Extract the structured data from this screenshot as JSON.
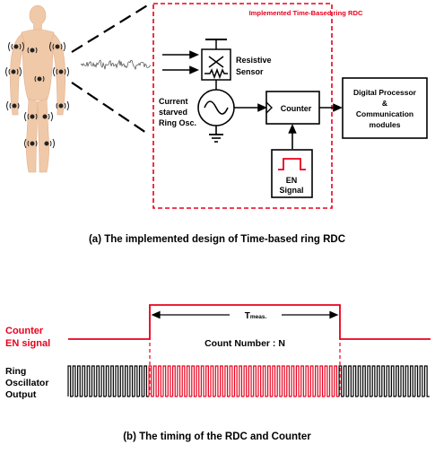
{
  "part_a": {
    "rdc_label": "Implemented Time-Based ring RDC",
    "resistive_sensor": [
      "Resistive",
      "Sensor"
    ],
    "ring_osc_label": [
      "Current",
      "starved",
      "Ring Osc."
    ],
    "counter_label": "Counter",
    "en_signal_label": [
      "EN",
      "Signal"
    ],
    "digital_processor": [
      "Digital Processor",
      "&",
      "Communication",
      "modules"
    ],
    "caption": "(a) The implemented design of Time-based ring RDC"
  },
  "part_b": {
    "counter_en_label": [
      "Counter",
      "EN signal"
    ],
    "ring_output_label": [
      "Ring",
      "Oscillator",
      "Output"
    ],
    "tmeas_main": "T",
    "tmeas_sub": "meas.",
    "count_number": "Count Number : N",
    "caption": "(b) The timing of the RDC and Counter"
  },
  "colors": {
    "accent_red": "#e8001c",
    "skin": "#f0c9a8",
    "black": "#000000"
  }
}
